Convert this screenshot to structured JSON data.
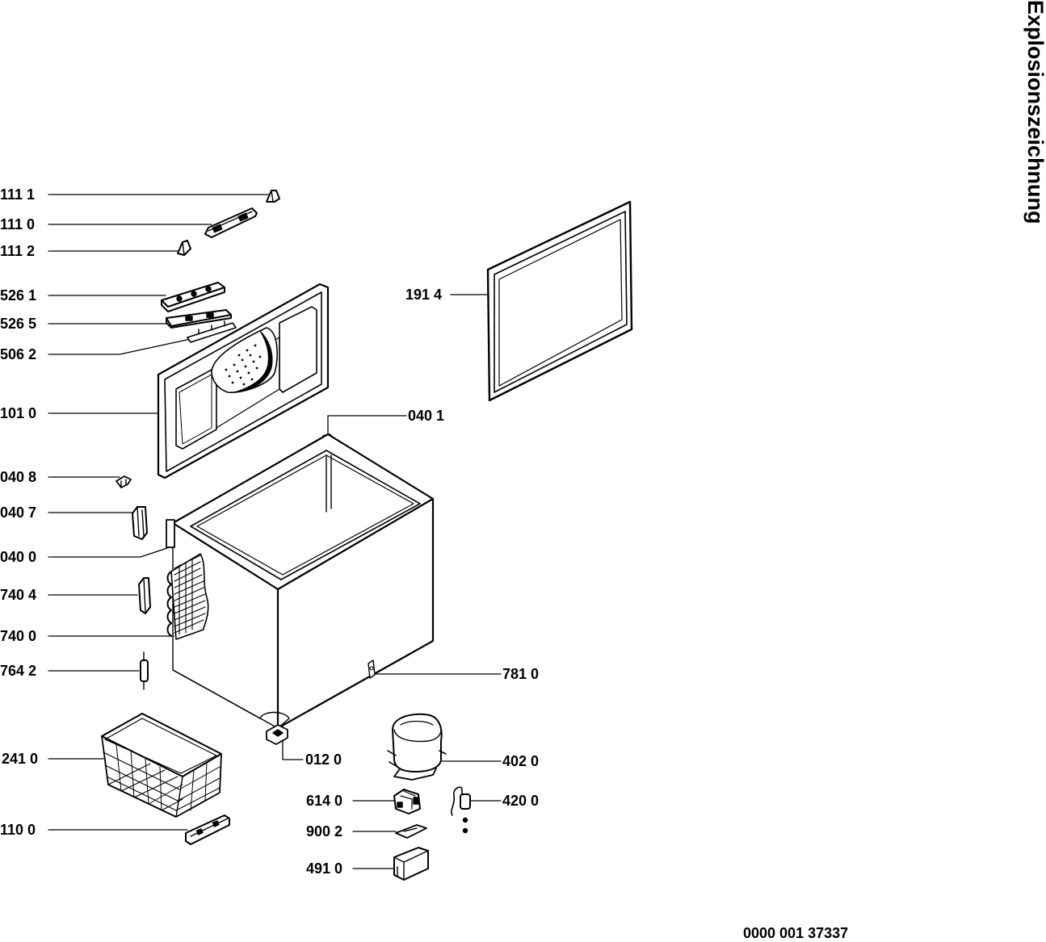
{
  "title": "Explosionszeichnung",
  "document_number": "0000 001 37337",
  "labels": [
    {
      "id": "l1111",
      "text": "111 1"
    },
    {
      "id": "l1110",
      "text": "111 0"
    },
    {
      "id": "l1112",
      "text": "111 2"
    },
    {
      "id": "l5261",
      "text": "526 1"
    },
    {
      "id": "l5265",
      "text": "526 5"
    },
    {
      "id": "l5062",
      "text": "506 2"
    },
    {
      "id": "l1010",
      "text": "101 0"
    },
    {
      "id": "l0408",
      "text": "040 8"
    },
    {
      "id": "l0407",
      "text": "040 7"
    },
    {
      "id": "l0400",
      "text": "040 0"
    },
    {
      "id": "l7404",
      "text": "740 4"
    },
    {
      "id": "l7400",
      "text": "740 0"
    },
    {
      "id": "l7642",
      "text": "764 2"
    },
    {
      "id": "l2410",
      "text": "241 0"
    },
    {
      "id": "l1100",
      "text": "110 0"
    },
    {
      "id": "l1914",
      "text": "191 4"
    },
    {
      "id": "l0401",
      "text": "040 1"
    },
    {
      "id": "l7810",
      "text": "781 0"
    },
    {
      "id": "l0120",
      "text": "012 0"
    },
    {
      "id": "l4020",
      "text": "402 0"
    },
    {
      "id": "l6140",
      "text": "614 0"
    },
    {
      "id": "l4200",
      "text": "420 0"
    },
    {
      "id": "l9002",
      "text": "900 2"
    },
    {
      "id": "l4910",
      "text": "491 0"
    }
  ]
}
